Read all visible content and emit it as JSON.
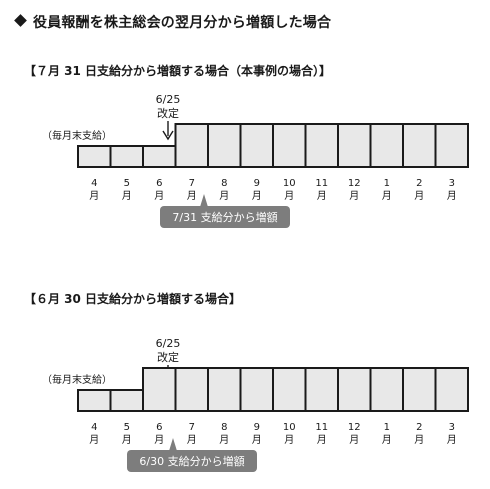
{
  "title": "役員報酬を株主総会の翌月分から増額した場合",
  "months": [
    "4",
    "5",
    "6",
    "7",
    "8",
    "9",
    "10",
    "11",
    "12",
    "1",
    "2",
    "3"
  ],
  "month_unit": "月",
  "scenarios": [
    {
      "heading": "【７月 31 日支給分から増額する場合（本事例の場合）】",
      "revision_date": "6/25",
      "revision_label": "改定",
      "payment_label": "（毎月末支給）",
      "callout": "7/31 支給分から増額",
      "raise_from_month_index": 3
    },
    {
      "heading": "【６月 30 日支給分から増額する場合】",
      "revision_date": "6/25",
      "revision_label": "改定",
      "payment_label": "（毎月末支給）",
      "callout": "6/30 支給分から増額",
      "raise_from_month_index": 2
    }
  ],
  "colors": {
    "bar_fill": "#e8e8e8",
    "bar_stroke": "#1a1a1a",
    "callout_bg": "#7d7d7d"
  }
}
